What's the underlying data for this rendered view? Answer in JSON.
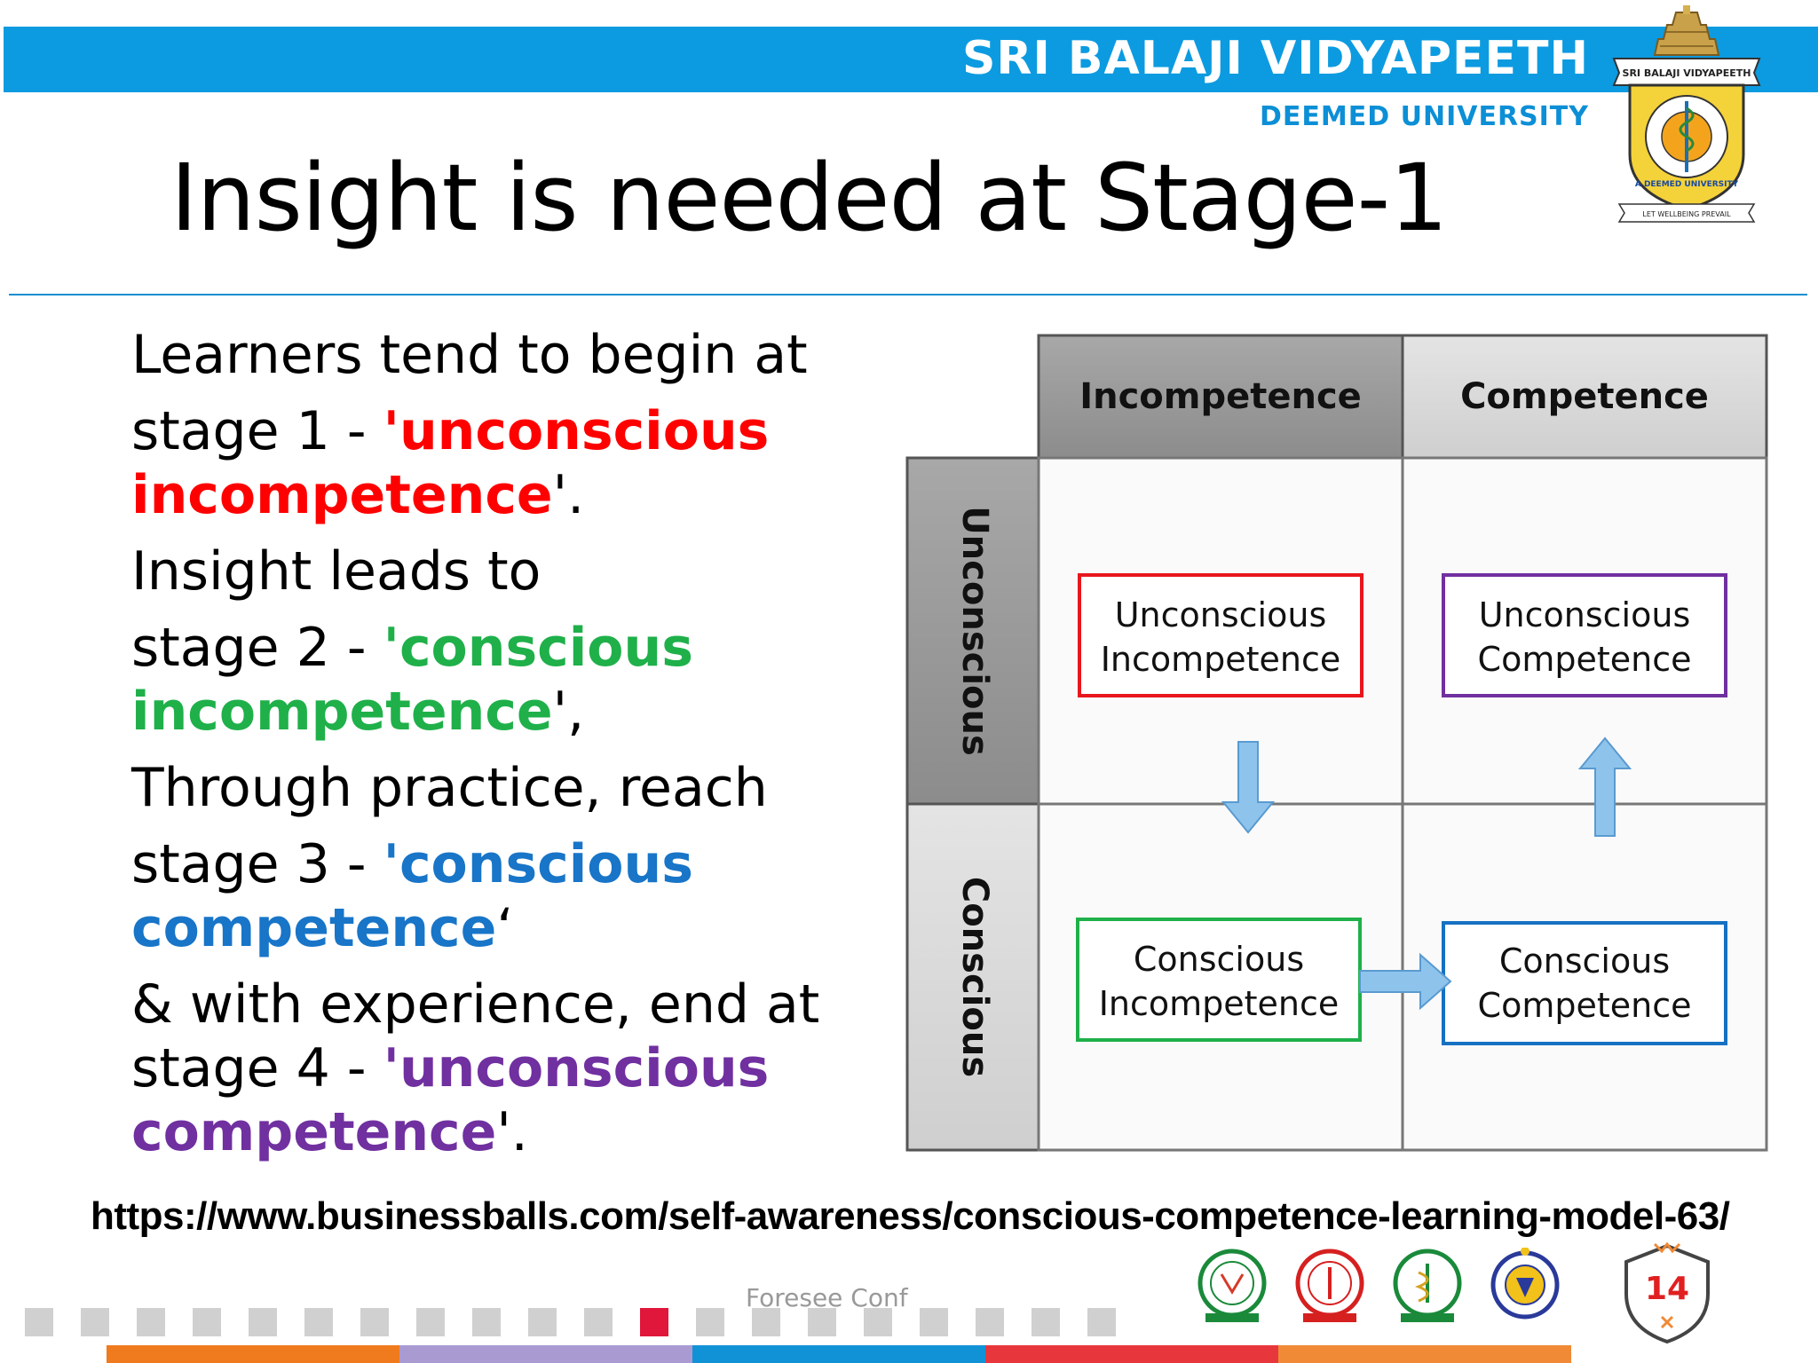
{
  "header": {
    "brand_name": "SRI BALAJI VIDYAPEETH",
    "brand_sub": "DEEMED UNIVERSITY",
    "logo_ribbon": "SRI BALAJI VIDYAPEETH",
    "logo_arc": "A DEEMED UNIVERSITY",
    "logo_motto": "LET WELLBEING PREVAIL"
  },
  "slide": {
    "title": "Insight is needed at Stage-1",
    "lines": {
      "l1": "Learners tend to begin at",
      "l2a": "stage 1 - ",
      "l2b": "'unconscious",
      "l3a": "incompetence",
      "l3b": "'.",
      "l4": "Insight leads to",
      "l5a": "stage 2 - ",
      "l5b": "'conscious",
      "l6a": "incompetence",
      "l6b": "',",
      "l7": "Through practice, reach",
      "l8a": "stage 3 - ",
      "l8b": "'conscious",
      "l9a": "competence",
      "l9b": "‘",
      "l10": "& with experience, end at",
      "l11a": "stage 4 - ",
      "l11b": "'unconscious",
      "l12a": "competence",
      "l12b": "'."
    },
    "source_url": "https://www.businessballs.com/self-awareness/conscious-competence-learning-model-63/"
  },
  "matrix": {
    "col_headers": [
      "Incompetence",
      "Competence"
    ],
    "row_headers": [
      "Unconscious",
      "Conscious"
    ],
    "cells": {
      "ui_line1": "Unconscious",
      "ui_line2": "Incompetence",
      "uc_line1": "Unconscious",
      "uc_line2": "Competence",
      "ci_line1": "Conscious",
      "ci_line2": "Incompetence",
      "cc_line1": "Conscious",
      "cc_line2": "Competence"
    },
    "colors": {
      "unconscious_incompetence": "#e8161d",
      "unconscious_competence": "#7030a0",
      "conscious_incompetence": "#1fb04a",
      "conscious_competence": "#1671c2",
      "arrow": "#8ec4ec"
    }
  },
  "footer": {
    "conference": "Foresee Conf",
    "page_number": "14",
    "nav_total": 20,
    "nav_active": 12,
    "colorbar": [
      "#ef7b1e",
      "#a99bd2",
      "#1292d6",
      "#e8373c",
      "#f08a36"
    ]
  }
}
